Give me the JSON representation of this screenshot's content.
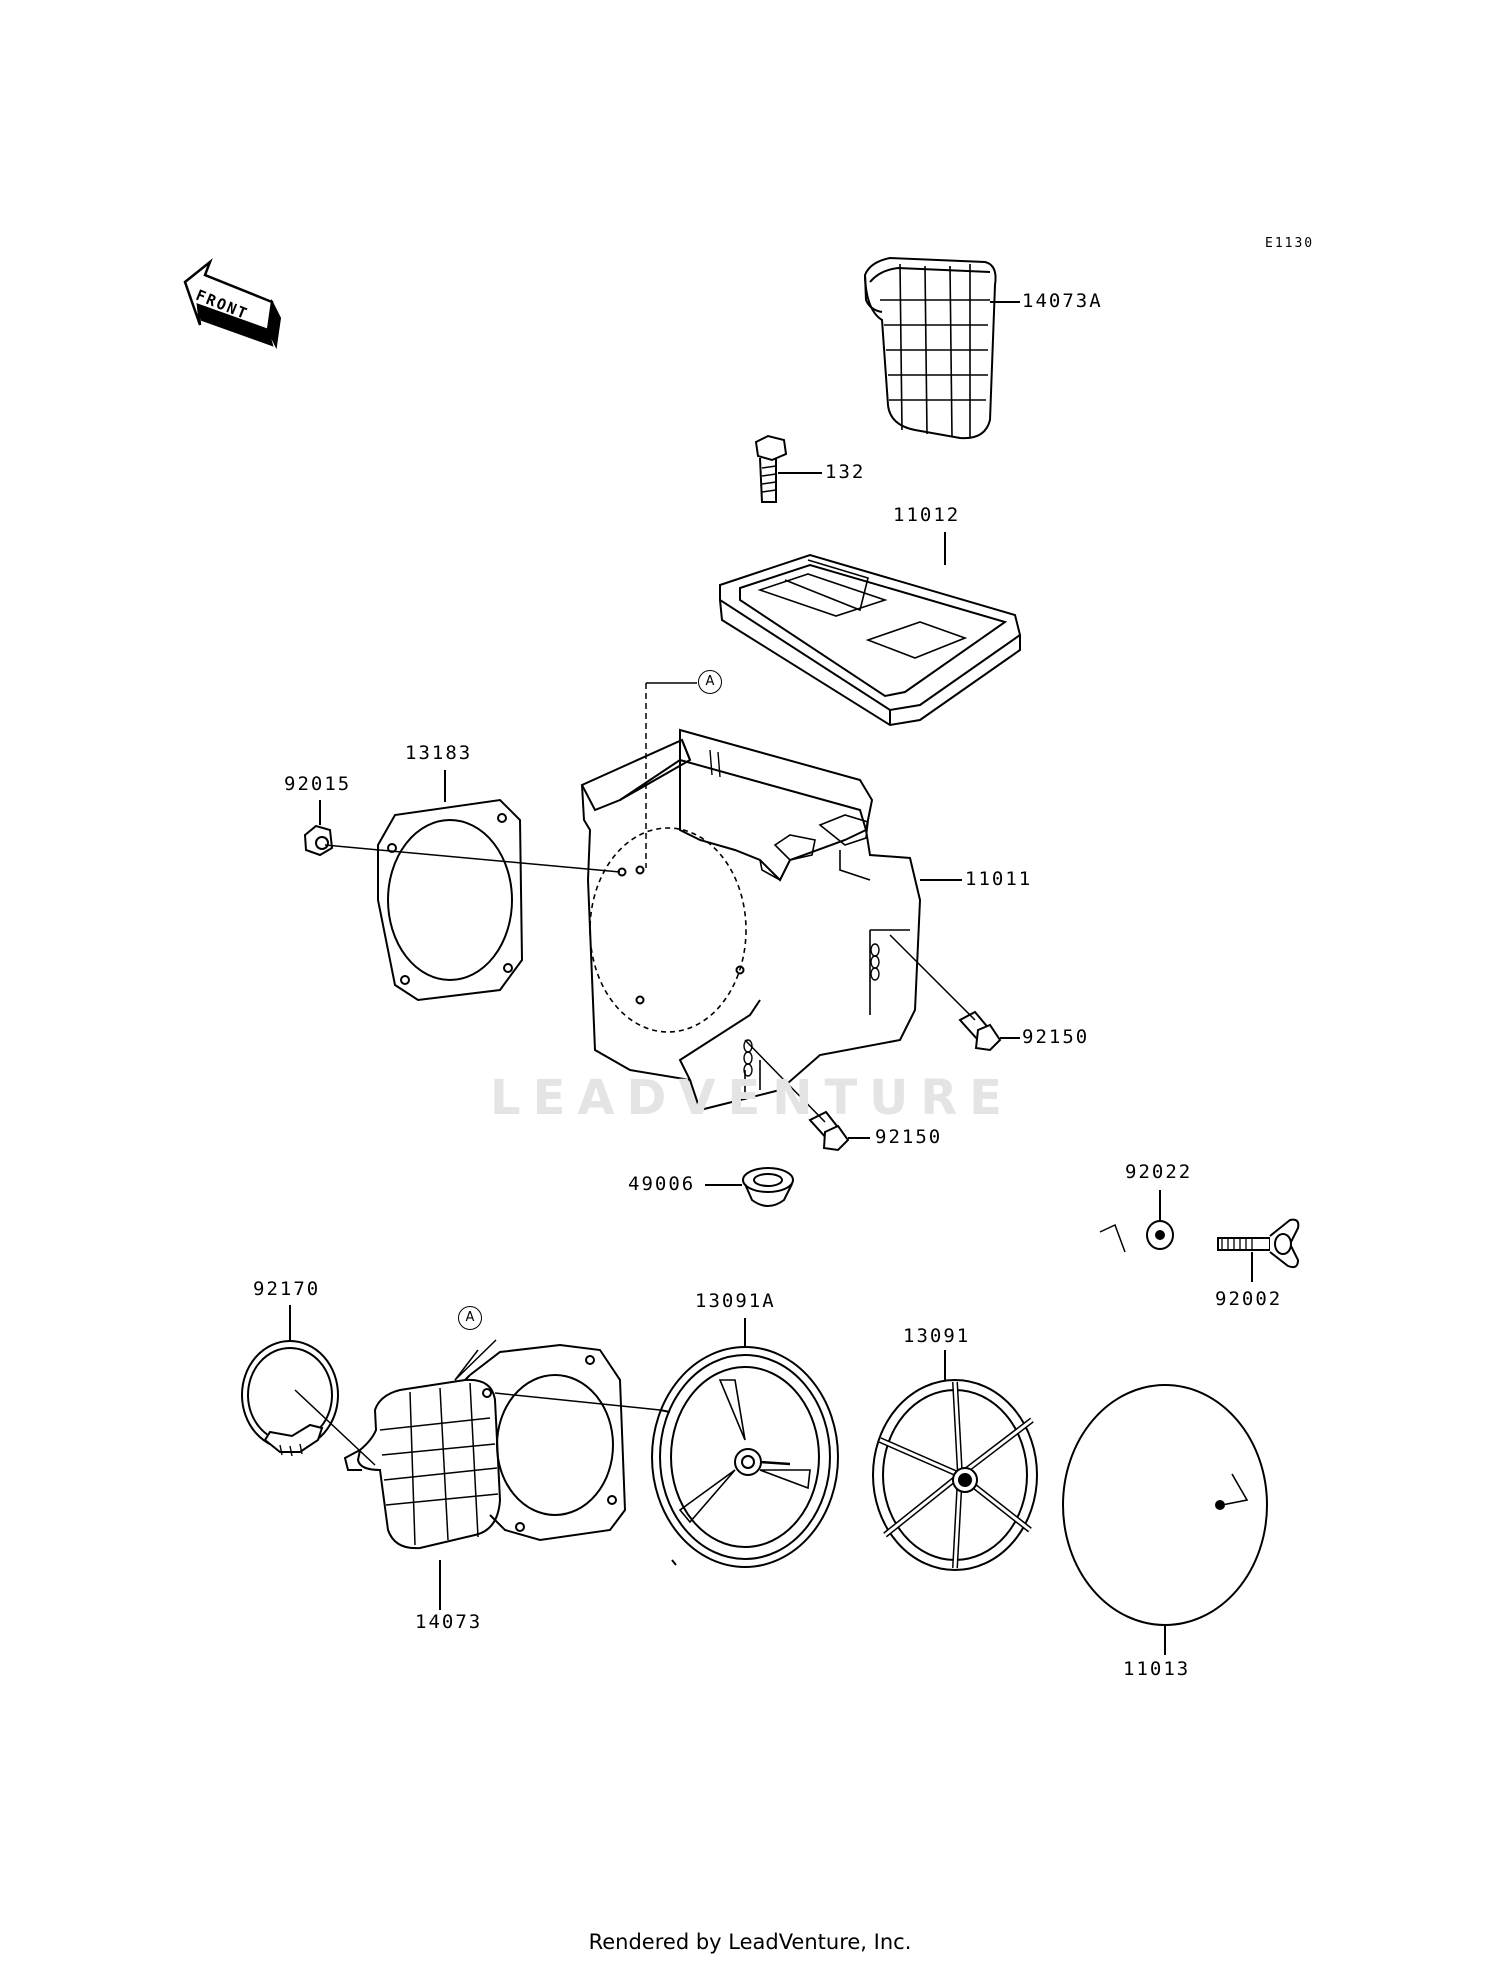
{
  "diagram_code": "E1130",
  "front_arrow_label": "FRONT",
  "watermark": "LEADVENTURE",
  "footer": "Rendered by LeadVenture, Inc.",
  "callout_a": "A",
  "callout_a2": "A",
  "parts": {
    "p14073A": "14073A",
    "p132": "132",
    "p11012": "11012",
    "p13183": "13183",
    "p92015": "92015",
    "p11011": "11011",
    "p92150a": "92150",
    "p92150b": "92150",
    "p49006": "49006",
    "p92022": "92022",
    "p92002": "92002",
    "p92170": "92170",
    "p13091A": "13091A",
    "p13091": "13091",
    "p14073": "14073",
    "p11013": "11013"
  }
}
